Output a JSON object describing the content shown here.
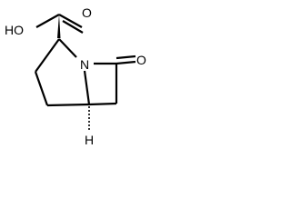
{
  "structure": {
    "atoms": {
      "hydroxyl": "HO",
      "carbonyl_acid_oxygen": "O",
      "nitrogen": "N",
      "lactam_oxygen": "O",
      "bridgehead_hydrogen": "H"
    },
    "colors": {
      "ink": "#000000",
      "background": "#ffffff"
    }
  }
}
